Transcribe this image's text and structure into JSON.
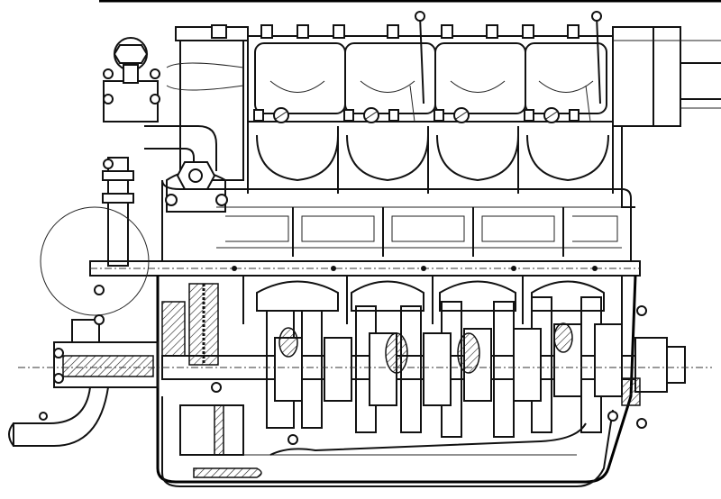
{
  "drawing": {
    "ink_color": "#111111",
    "paper_color": "#ffffff",
    "cylinders": 4,
    "components": [
      "cylinder-block",
      "valve-covers",
      "crankcase",
      "crankshaft",
      "timing-chain",
      "oil-sump",
      "water-pump",
      "flywheel-flange",
      "fuel-pipe",
      "inlet-manifold"
    ]
  }
}
